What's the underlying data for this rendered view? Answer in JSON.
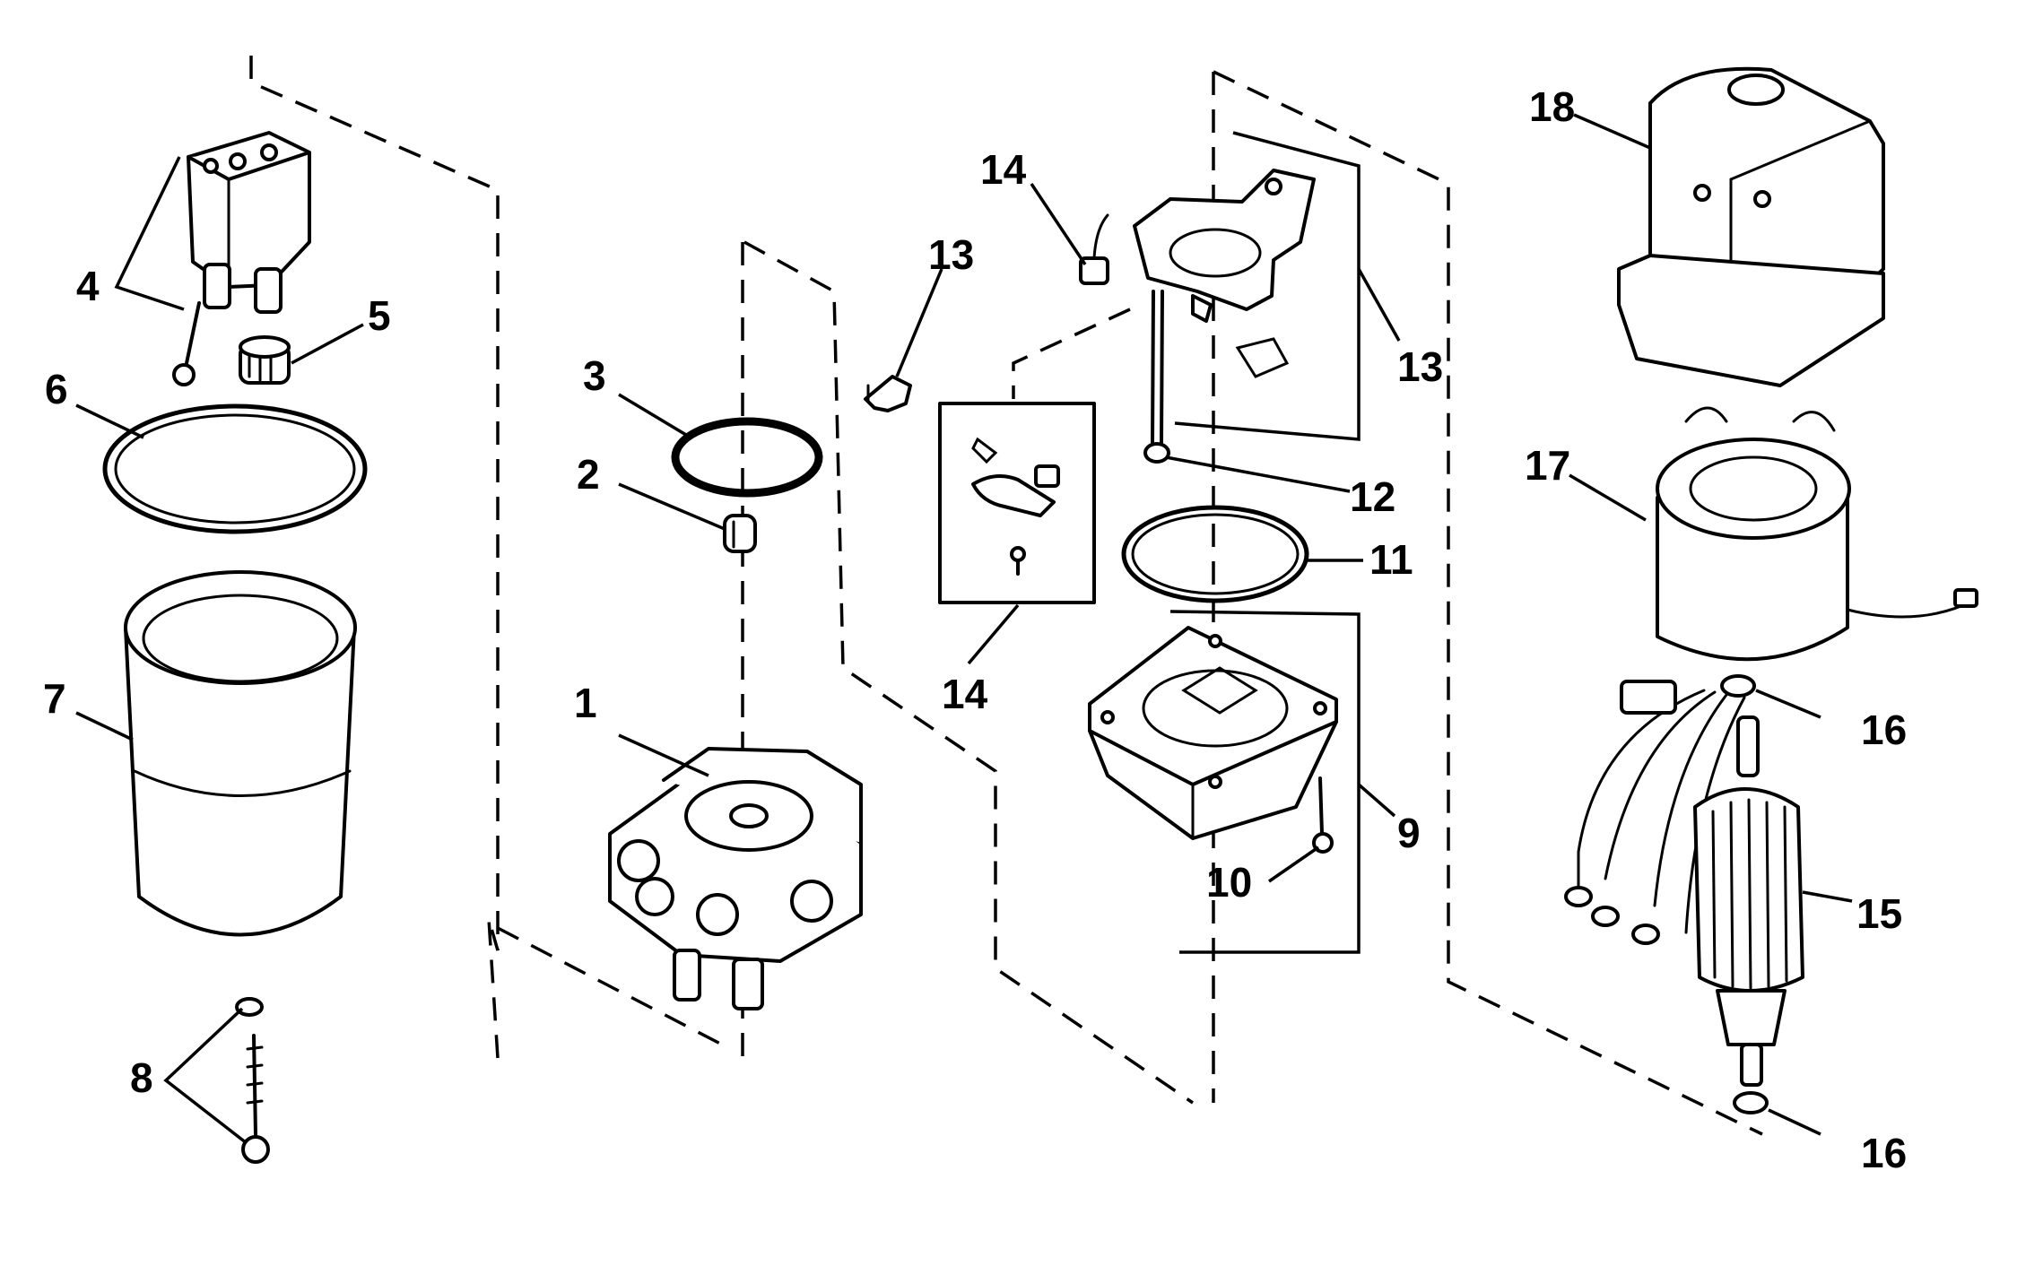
{
  "diagram": {
    "callouts": {
      "c1": "1",
      "c2": "2",
      "c3": "3",
      "c4": "4",
      "c5": "5",
      "c6": "6",
      "c7": "7",
      "c8": "8",
      "c9": "9",
      "c10": "10",
      "c11": "11",
      "c12": "12",
      "c13a": "13",
      "c13b": "13",
      "c14a": "14",
      "c14b": "14",
      "c15": "15",
      "c16a": "16",
      "c16b": "16",
      "c17": "17",
      "c18": "18"
    }
  }
}
